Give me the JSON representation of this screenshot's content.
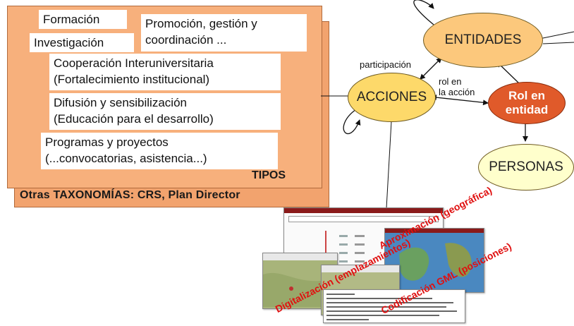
{
  "tipos_panel": {
    "boxes": {
      "formacion": "Formación",
      "investigacion": "Investigación",
      "promocion_l1": "Promoción, gestión y",
      "promocion_l2": "coordinación ...",
      "cooperacion_l1": "Cooperación Interuniversitaria",
      "cooperacion_l2": "(Fortalecimiento institucional)",
      "difusion_l1": "Difusión y sensibilización",
      "difusion_l2": "(Educación para el desarrollo)",
      "programas_l1": "Programas y proyectos",
      "programas_l2": "(...convocatorias, asistencia...)"
    },
    "tipos_label": "TIPOS",
    "otras_label": "Otras TAXONOMÍAS: CRS, Plan Director"
  },
  "graph": {
    "nodes": {
      "entidades": "ENTIDADES",
      "acciones": "ACCIONES",
      "rol_l1": "Rol en",
      "rol_l2": "entidad",
      "personas": "PERSONAS"
    },
    "edge_labels": {
      "participacion": "participación",
      "rol_accion_l1": "rol en",
      "rol_accion_l2": "la acción"
    }
  },
  "geo_labels": {
    "aproximacion": "Aproximación (geográfica)",
    "digitalizacion": "Digitalización (emplazamientos)",
    "codificacion": "Codificación GML (posiciones)"
  },
  "colors": {
    "panel_orange": "#f7b07c",
    "node_yellow": "#fdd96a",
    "node_entidades": "#fcc87c",
    "node_rol": "#e05a2a",
    "node_personas": "#ffffcc",
    "geo_red": "#e01010"
  }
}
